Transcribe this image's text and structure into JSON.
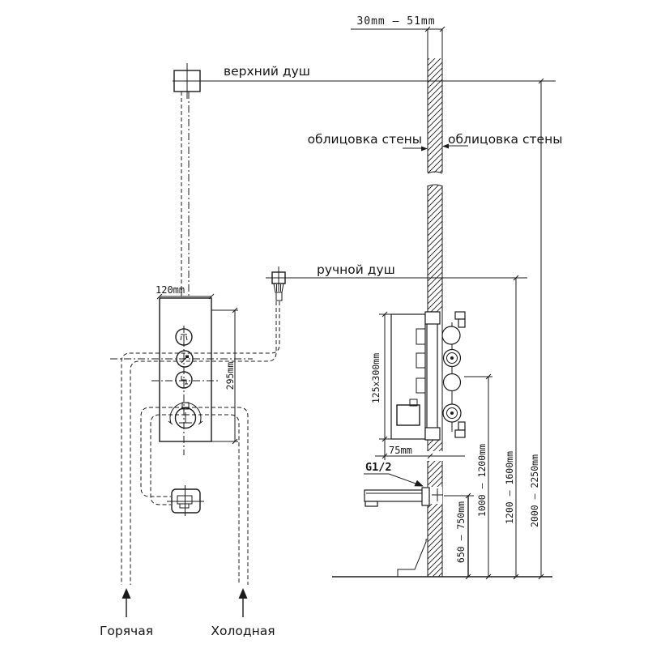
{
  "diagram": {
    "top_dim": "30mm — 51mm",
    "labels": {
      "upper_shower": "верхний душ",
      "wall_cladding_left": "облицовка стены",
      "wall_cladding_right": "облицовка стены",
      "hand_shower": "ручной душ",
      "thread": "G1/2",
      "hot": "Горячая",
      "cold": "Холодная"
    },
    "front_view": {
      "panel_width": "120mm",
      "panel_height": "295mm"
    },
    "side_view": {
      "box_size": "125x300mm",
      "box_depth": "75mm"
    },
    "heights": {
      "spout": "650 — 750mm",
      "panel": "1000 — 1200mm",
      "hand_shower": "1200 — 1600mm",
      "upper_shower": "2000 — 2250mm"
    }
  }
}
